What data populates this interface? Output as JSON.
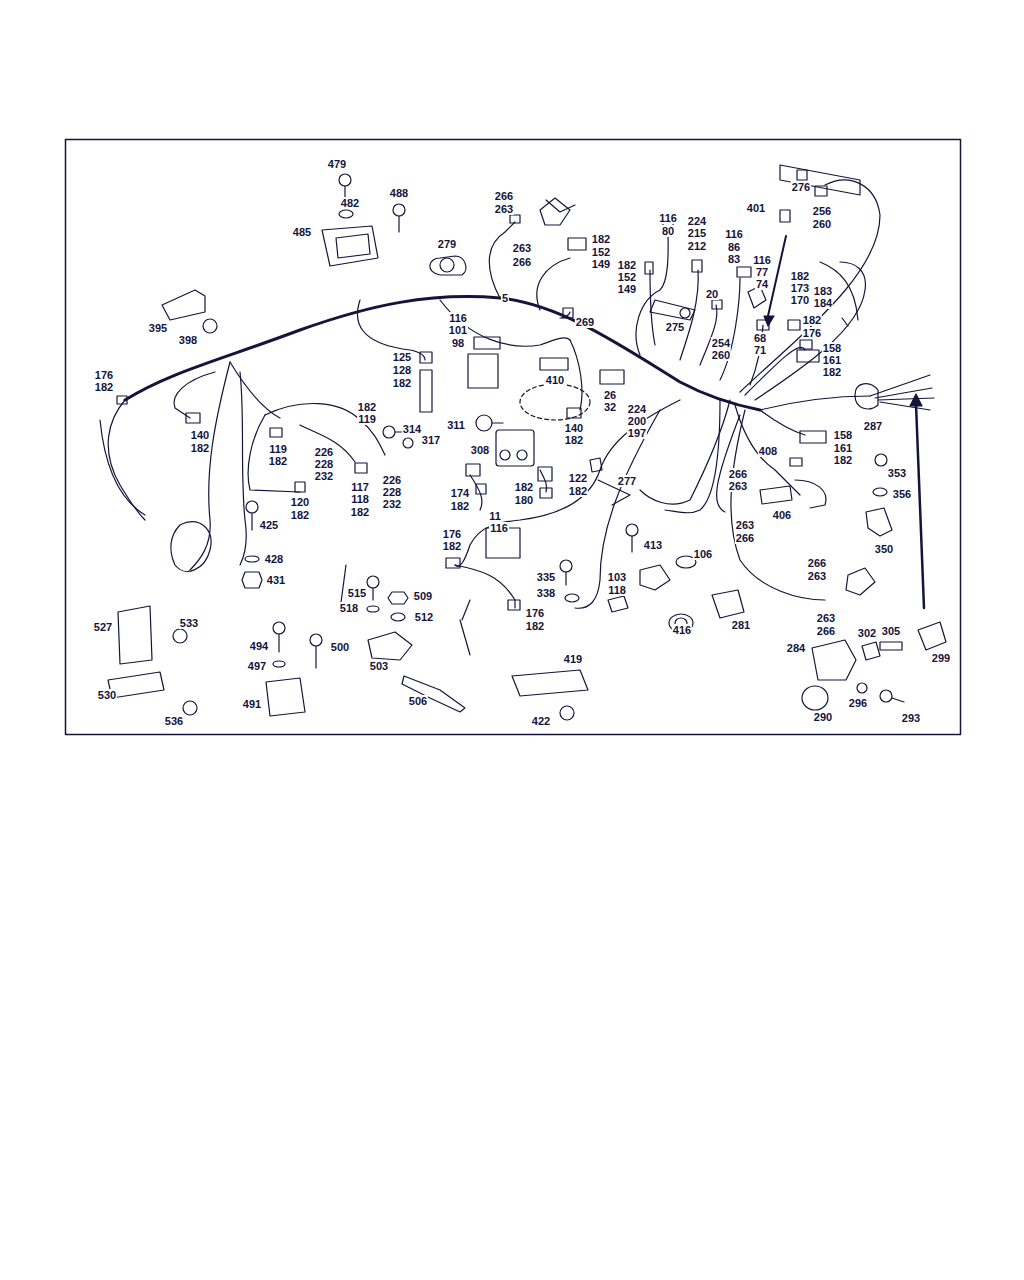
{
  "diagram": {
    "labels": [
      "479",
      "482",
      "488",
      "485",
      "279",
      "266",
      "263",
      "263",
      "266",
      "182",
      "152",
      "149",
      "116",
      "80",
      "224",
      "215",
      "212",
      "116",
      "86",
      "83",
      "182",
      "152",
      "149",
      "401",
      "276",
      "256",
      "260",
      "116",
      "77",
      "74",
      "182",
      "173",
      "170",
      "183",
      "184",
      "20",
      "5",
      "269",
      "275",
      "182",
      "176",
      "68",
      "71",
      "254",
      "260",
      "395",
      "398",
      "116",
      "101",
      "98",
      "125",
      "128",
      "182",
      "158",
      "161",
      "182",
      "176",
      "182",
      "410",
      "26",
      "32",
      "287",
      "224",
      "200",
      "197",
      "182",
      "119",
      "311",
      "314",
      "317",
      "140",
      "182",
      "140",
      "182",
      "158",
      "161",
      "182",
      "408",
      "119",
      "182",
      "226",
      "228",
      "232",
      "308",
      "353",
      "266",
      "263",
      "122",
      "182",
      "277",
      "117",
      "118",
      "182",
      "226",
      "228",
      "232",
      "182",
      "180",
      "174",
      "182",
      "356",
      "120",
      "182",
      "406",
      "425",
      "11",
      "116",
      "263",
      "266",
      "176",
      "182",
      "413",
      "350",
      "106",
      "428",
      "266",
      "263",
      "335",
      "338",
      "103",
      "118",
      "431",
      "515",
      "509",
      "518",
      "176",
      "182",
      "512",
      "263",
      "266",
      "533",
      "527",
      "416",
      "281",
      "302",
      "305",
      "494",
      "500",
      "299",
      "284",
      "419",
      "503",
      "497",
      "530",
      "491",
      "506",
      "290",
      "296",
      "293",
      "536",
      "422"
    ]
  }
}
